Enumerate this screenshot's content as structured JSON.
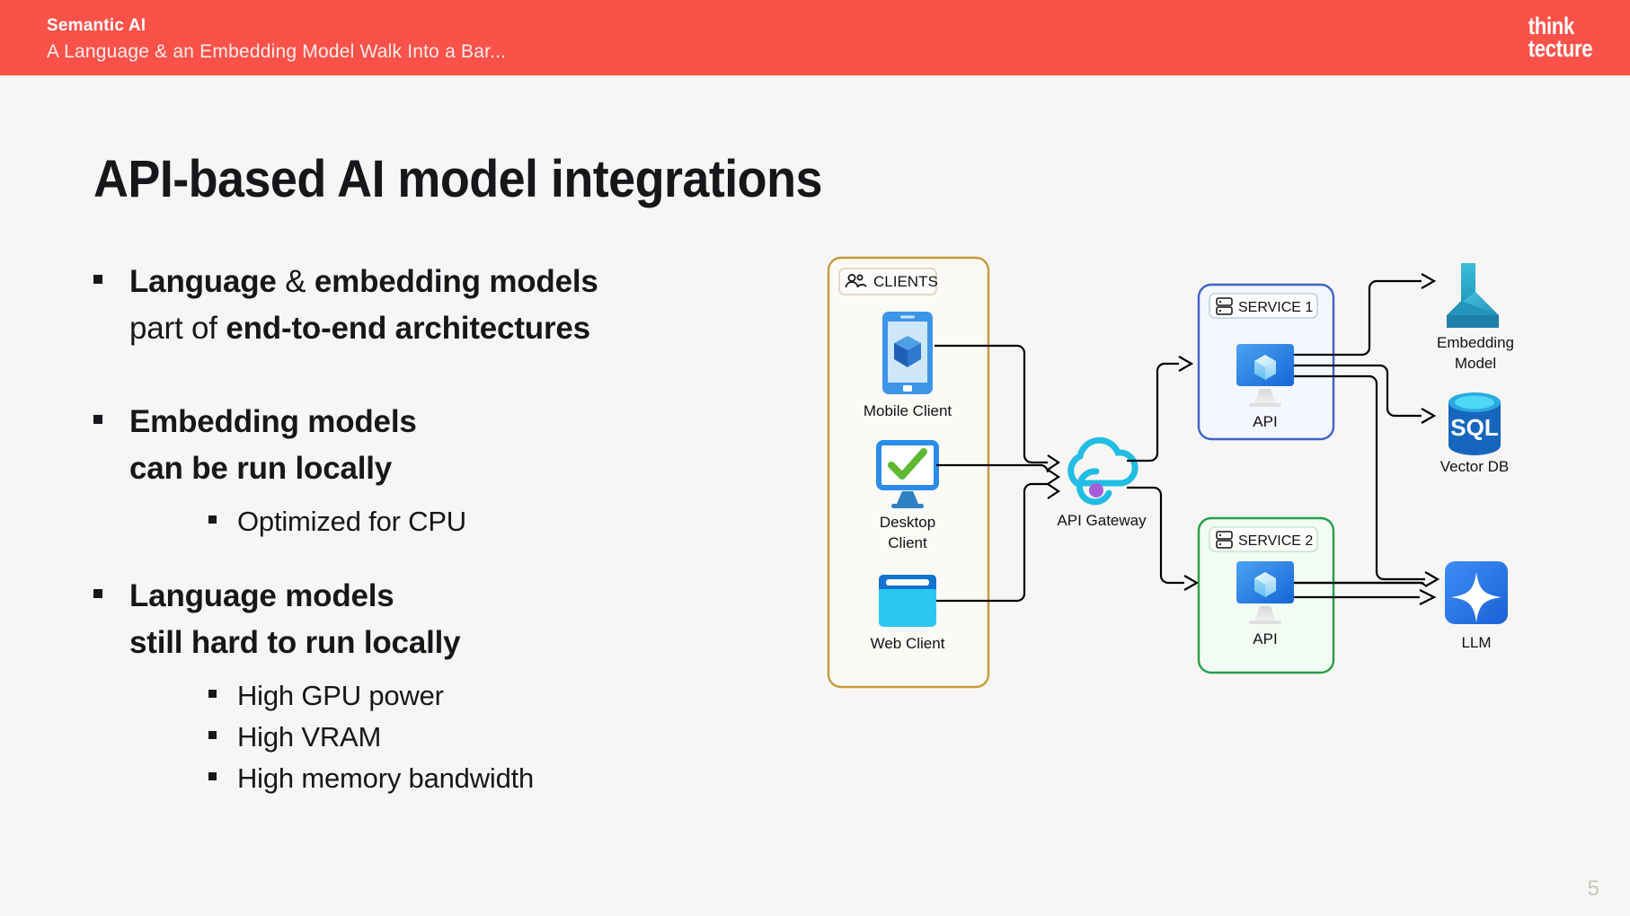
{
  "header": {
    "title": "Semantic AI",
    "subtitle": "A Language & an Embedding Model Walk Into a Bar...",
    "logo_line1": "think",
    "logo_line2": "tecture",
    "bg_color": "#fa5249"
  },
  "slide": {
    "title": "API-based AI model integrations",
    "page_number": "5",
    "bg_color": "#f7f6f4"
  },
  "bullets": [
    {
      "level": 1,
      "segments": [
        {
          "text": "Language ",
          "bold": true
        },
        {
          "text": "& ",
          "bold": false
        },
        {
          "text": "embedding models",
          "bold": true
        },
        {
          "text": "\n",
          "bold": false
        },
        {
          "text": "part of ",
          "bold": false
        },
        {
          "text": "end-to-end architectures",
          "bold": true
        }
      ],
      "line1_plain": "Language & embedding models",
      "line2_plain": "part of end-to-end architectures"
    },
    {
      "level": 1,
      "line1_plain": "Embedding models",
      "line2_plain": "can be run locally"
    },
    {
      "level": 2,
      "text": "Optimized for CPU"
    },
    {
      "level": 1,
      "line1_plain": "Language models",
      "line2_plain": "still hard to run locally"
    },
    {
      "level": 2,
      "text": "High GPU power"
    },
    {
      "level": 2,
      "text": "High VRAM"
    },
    {
      "level": 2,
      "text": "High memory bandwidth"
    }
  ],
  "diagram": {
    "clients_group": {
      "label": "CLIENTS",
      "border_color": "#c79a3e",
      "fill_color": "#fbfaf7",
      "icon": "people-icon",
      "nodes": [
        {
          "label": "Mobile Client",
          "icon": "mobile-phone-icon"
        },
        {
          "label": "Desktop Client",
          "icon": "desktop-monitor-check-icon"
        },
        {
          "label": "Web Client",
          "icon": "browser-window-icon"
        }
      ]
    },
    "gateway": {
      "label": "API Gateway",
      "icon": "cloud-gateway-icon",
      "color": "#22bde3"
    },
    "service1": {
      "label": "SERVICE 1",
      "border_color": "#3f62c9",
      "fill_color": "#f4f7fe",
      "icon": "server-icon",
      "node": {
        "label": "API",
        "icon": "api-monitor-icon"
      }
    },
    "service2": {
      "label": "SERVICE 2",
      "border_color": "#24a148",
      "fill_color": "#f3fbf5",
      "icon": "server-icon",
      "node": {
        "label": "API",
        "icon": "api-monitor-icon"
      }
    },
    "models": [
      {
        "label_line1": "Embedding",
        "label_line2": "Model",
        "icon": "azure-ml-triangle-icon"
      },
      {
        "label_line1": "Vector DB",
        "label_line2": "",
        "icon": "sql-database-icon",
        "icon_text": "SQL"
      },
      {
        "label_line1": "LLM",
        "label_line2": "",
        "icon": "llm-sparkle-icon"
      }
    ]
  }
}
